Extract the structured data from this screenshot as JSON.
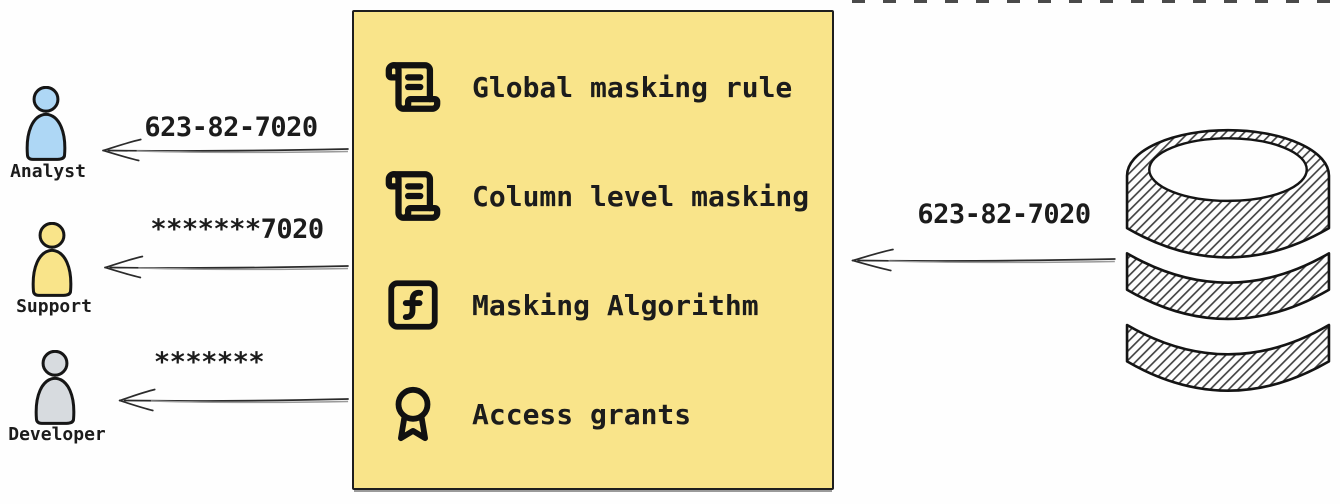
{
  "colors": {
    "box_fill": "#F9E48A",
    "analyst_fill": "#AED7F5",
    "support_fill": "#F9E48A",
    "developer_fill": "#D7DBDF",
    "ink": "#1C1C1C"
  },
  "database": {
    "icon": "database-icon",
    "outgoing_value": "623-82-7020"
  },
  "users": [
    {
      "name": "Analyst",
      "received_value": "623-82-7020",
      "color": "#AED7F5"
    },
    {
      "name": "Support",
      "received_value": "*******7020",
      "color": "#F9E48A"
    },
    {
      "name": "Developer",
      "received_value": "*******",
      "color": "#D7DBDF"
    }
  ],
  "masking_box": {
    "items": [
      {
        "icon": "scroll-text-icon",
        "label": "Global masking rule"
      },
      {
        "icon": "scroll-text-icon",
        "label": "Column level masking"
      },
      {
        "icon": "function-square-icon",
        "label": "Masking Algorithm"
      },
      {
        "icon": "award-icon",
        "label": "Access grants"
      }
    ]
  }
}
